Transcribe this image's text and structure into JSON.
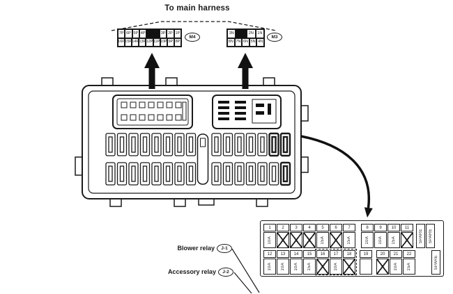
{
  "colors": {
    "line": "#1a1a1a",
    "background": "#ffffff",
    "arrow": "#111111"
  },
  "title": "To main harness",
  "connector_m4": {
    "label": "M4",
    "row1": [
      "7P",
      "6P",
      "5P",
      "4P",
      "3P",
      "2P",
      "1P"
    ],
    "row2": [
      "16P",
      "15P",
      "14P",
      "13P",
      "12P",
      "11P",
      "10P",
      "9P",
      "8P"
    ]
  },
  "connector_m3": {
    "label": "M3",
    "row1": [
      "3N",
      "2N",
      "1N"
    ],
    "row2": [
      "8N",
      "7N",
      "6N",
      "5N",
      "4N"
    ]
  },
  "fuse_table": {
    "row1": [
      {
        "n": "1",
        "a": "10A"
      },
      {
        "n": "2",
        "a": "",
        "x": true
      },
      {
        "n": "3",
        "a": "",
        "x": true
      },
      {
        "n": "4",
        "a": "",
        "x": true
      },
      {
        "n": "5",
        "a": "15A"
      },
      {
        "n": "6",
        "a": "",
        "x": true
      },
      {
        "n": "7",
        "a": "15A"
      },
      {
        "n": "8",
        "a": "10A"
      },
      {
        "n": "9",
        "a": "10A"
      },
      {
        "n": "10",
        "a": "15A"
      },
      {
        "n": "11",
        "a": "",
        "x": true
      }
    ],
    "row1_spares": [
      "SPARE",
      "SPARE"
    ],
    "row2": [
      {
        "n": "12",
        "a": "10A"
      },
      {
        "n": "13",
        "a": "10A"
      },
      {
        "n": "14",
        "a": "10A"
      },
      {
        "n": "15",
        "a": "15A"
      },
      {
        "n": "16",
        "a": "",
        "x": true
      },
      {
        "n": "17",
        "a": "10A"
      },
      {
        "n": "18",
        "a": "",
        "x": true
      },
      {
        "n": "19",
        "a": ""
      },
      {
        "n": "20",
        "a": "",
        "x": true
      },
      {
        "n": "21",
        "a": "10A"
      },
      {
        "n": "22",
        "a": "15A"
      }
    ],
    "row2_spares": [
      "SPARE"
    ]
  },
  "relays": [
    {
      "label": "Blower relay",
      "tag": "J-1"
    },
    {
      "label": "Accessory relay",
      "tag": "J-2"
    }
  ]
}
